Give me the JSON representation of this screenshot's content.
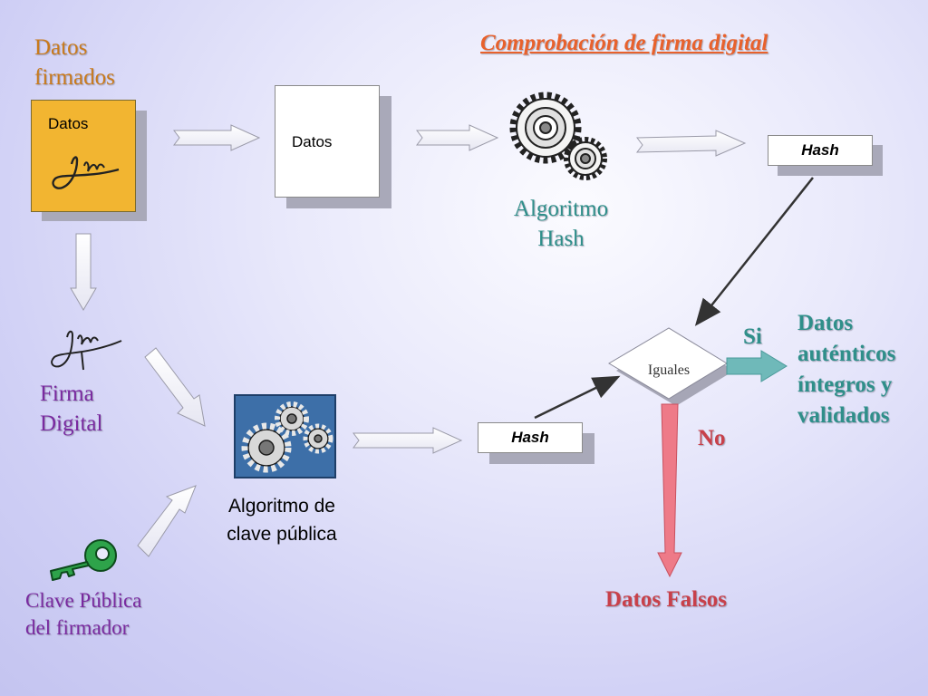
{
  "title": "Comprobación de firma digital",
  "labels": {
    "datos_firmados": [
      "Datos",
      "firmados"
    ],
    "firma_digital": [
      "Firma",
      "Digital"
    ],
    "clave_publica": [
      "Clave Pública",
      "del firmador"
    ],
    "algoritmo_hash": [
      "Algoritmo",
      "Hash"
    ],
    "algoritmo_clave": [
      "Algoritmo de",
      "clave pública"
    ],
    "datos_autenticos": [
      "Datos",
      "auténticos",
      "íntegros y",
      "validados"
    ],
    "si": "Si",
    "no": "No",
    "datos_falsos": "Datos Falsos"
  },
  "boxes": {
    "signed_doc": "Datos",
    "data_doc": "Datos",
    "hash_top": "Hash",
    "hash_bottom": "Hash",
    "decision": "Iguales"
  },
  "colors": {
    "title": "#e8612c",
    "orange_label": "#c97a1c",
    "purple_label": "#7a2aa0",
    "teal_label": "#2f8f8a",
    "red_label": "#c8404a",
    "doc_orange": "#f2b531",
    "gear_blue": "#3d6fa8",
    "si_arrow": "#6fb9b9",
    "no_arrow": "#ee7a88"
  },
  "icons": [
    "signature-icon",
    "gears-icon",
    "key-icon",
    "gears-panel-icon"
  ]
}
